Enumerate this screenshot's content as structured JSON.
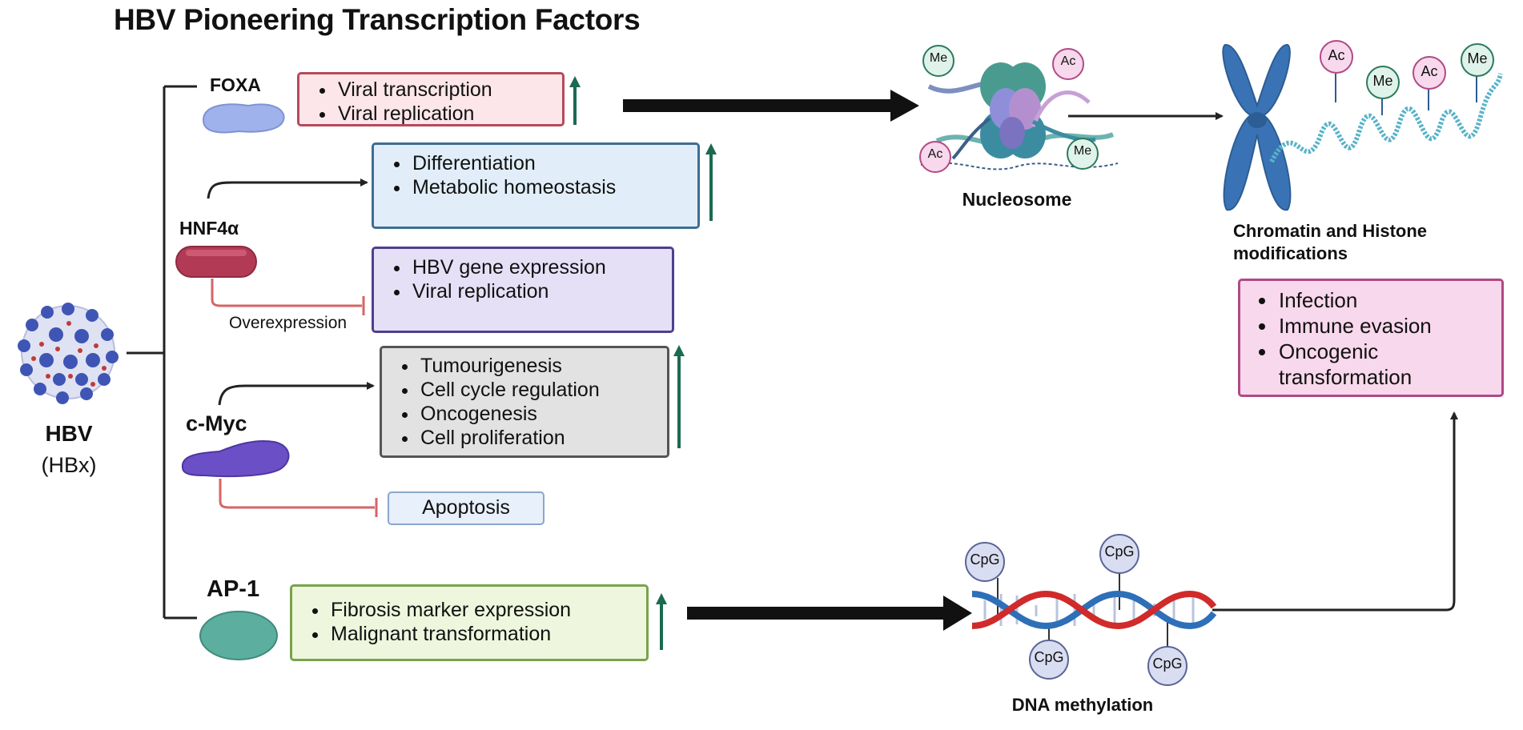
{
  "title": "HBV Pioneering Transcription Factors",
  "hbv": {
    "name": "HBV",
    "sub": "(HBx)"
  },
  "factors": {
    "foxa": {
      "label": "FOXA",
      "effects": [
        "Viral transcription",
        "Viral replication"
      ]
    },
    "hnf4a": {
      "label": "HNF4α",
      "up_effects": [
        "Differentiation",
        "Metabolic homeostasis"
      ],
      "inhibited_effects": [
        "HBV gene expression",
        "Viral replication"
      ],
      "inhibit_label": "Overexpression"
    },
    "cmyc": {
      "label": "c-Myc",
      "effects": [
        "Tumourigenesis",
        "Cell cycle regulation",
        "Oncogenesis",
        "Cell proliferation"
      ],
      "inhibited": "Apoptosis"
    },
    "ap1": {
      "label": "AP-1",
      "effects": [
        "Fibrosis marker expression",
        "Malignant transformation"
      ]
    }
  },
  "nucleosome": {
    "label": "Nucleosome",
    "marks": [
      "Me",
      "Ac",
      "Ac",
      "Me"
    ]
  },
  "chromatin": {
    "label_line1": "Chromatin and Histone",
    "label_line2": "modifications",
    "marks": [
      "Ac",
      "Me",
      "Ac",
      "Me"
    ]
  },
  "outcomes": [
    "Infection",
    "Immune evasion",
    "Oncogenic",
    "transformation"
  ],
  "dna": {
    "label": "DNA methylation",
    "cpg": [
      "CpG",
      "CpG",
      "CpG",
      "CpG"
    ]
  },
  "colors": {
    "foxa_box_border": "#b64a5a",
    "foxa_box_fill": "#fce6ea",
    "hnf_box_border": "#3f6d90",
    "hnf_box_fill": "#e1eef9",
    "hbv_box_border": "#4f3f8f",
    "hbv_box_fill": "#e6e0f7",
    "myc_box_border": "#555555",
    "myc_box_fill": "#e2e2e2",
    "apoptosis_border": "#8aa6cc",
    "apoptosis_fill": "#e8f0fb",
    "ap1_box_border": "#78a34b",
    "ap1_box_fill": "#eef6dd",
    "outcome_border": "#b04a85",
    "outcome_fill": "#f8d8ec",
    "up_arrow": "#1b6a52",
    "inhibit": "#d66565"
  }
}
